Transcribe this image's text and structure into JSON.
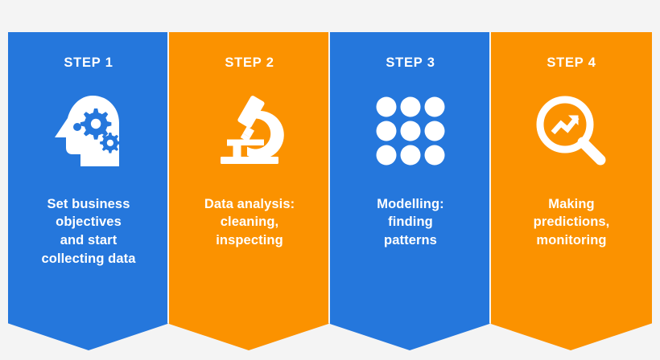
{
  "infographic": {
    "background_color": "#f4f4f4",
    "steps": [
      {
        "label": "STEP 1",
        "color": "#2577dc",
        "icon": "head-with-gears-icon",
        "description_lines": [
          "Set business",
          "objectives",
          "and start",
          "collecting data"
        ]
      },
      {
        "label": "STEP 2",
        "color": "#fb9200",
        "icon": "microscope-icon",
        "description_lines": [
          "Data analysis:",
          "cleaning,",
          "inspecting"
        ]
      },
      {
        "label": "STEP 3",
        "color": "#2577dc",
        "icon": "dot-grid-icon",
        "description_lines": [
          "Modelling:",
          "finding",
          "patterns"
        ]
      },
      {
        "label": "STEP 4",
        "color": "#fb9200",
        "icon": "magnifier-trend-icon",
        "description_lines": [
          "Making",
          "predictions,",
          "monitoring"
        ]
      }
    ]
  }
}
